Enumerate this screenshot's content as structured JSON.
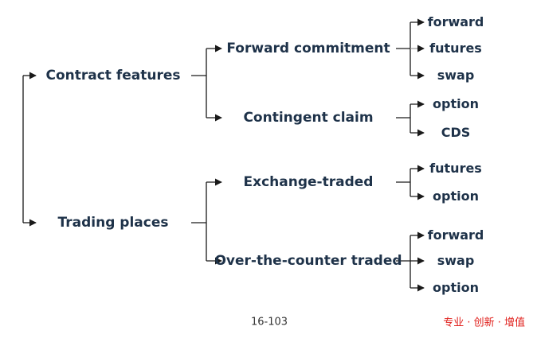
{
  "tree": {
    "branches": [
      {
        "label": "Contract features",
        "children": [
          {
            "label": "Forward commitment",
            "children": [
              "forward",
              "futures",
              "swap"
            ]
          },
          {
            "label": "Contingent claim",
            "children": [
              "option",
              "CDS"
            ]
          }
        ]
      },
      {
        "label": "Trading places",
        "children": [
          {
            "label": "Exchange-traded",
            "children": [
              "futures",
              "option"
            ]
          },
          {
            "label": "Over-the-counter traded",
            "children": [
              "forward",
              "swap",
              "option"
            ]
          }
        ]
      }
    ]
  },
  "footer": {
    "page_number": "16-103",
    "brand": "专业 · 创新 · 增值"
  },
  "colors": {
    "text": "#1e3249",
    "line": "#1a1a1a",
    "brand": "#e0201c"
  }
}
